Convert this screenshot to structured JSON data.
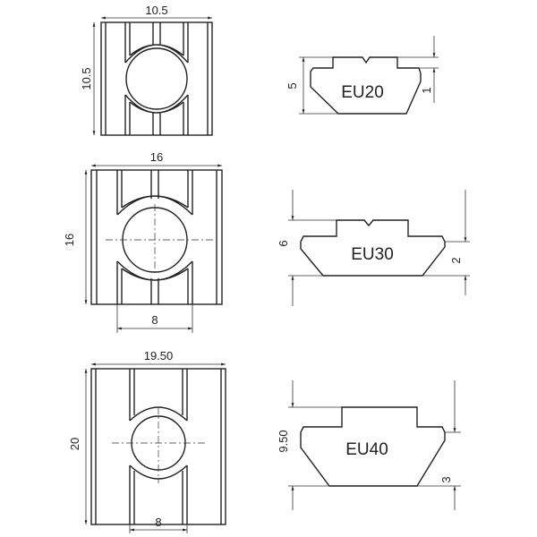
{
  "nuts": [
    {
      "name": "EU20",
      "width": "10.5",
      "height": "10.5",
      "profile_height": "5",
      "step": "1"
    },
    {
      "name": "EU30",
      "width": "16",
      "height": "16",
      "slot": "8",
      "profile_height": "6",
      "step": "2"
    },
    {
      "name": "EU40",
      "width": "19.50",
      "height": "20",
      "slot": "8",
      "profile_height": "9.50",
      "step": "3"
    }
  ]
}
